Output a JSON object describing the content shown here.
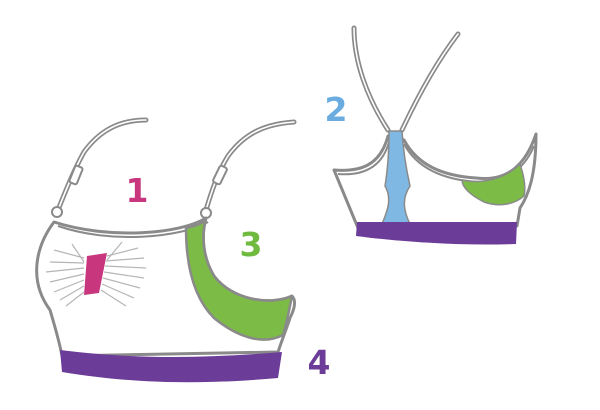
{
  "labels": [
    {
      "id": "1",
      "text": "1",
      "color": "#c8377e"
    },
    {
      "id": "2",
      "text": "2",
      "color": "#6aace0"
    },
    {
      "id": "3",
      "text": "3",
      "color": "#6fba3f"
    },
    {
      "id": "4",
      "text": "4",
      "color": "#6b3d98"
    }
  ],
  "colors": {
    "outline": "#8a8a8a",
    "fill": "#ffffff",
    "center_gore": "#c8377e",
    "back_panel": "#7fb8e3",
    "side_panel": "#7dbb47",
    "underband": "#6b3d98",
    "stitch_lines": "#b5b5b5"
  },
  "views": [
    "front-view",
    "back-view"
  ]
}
